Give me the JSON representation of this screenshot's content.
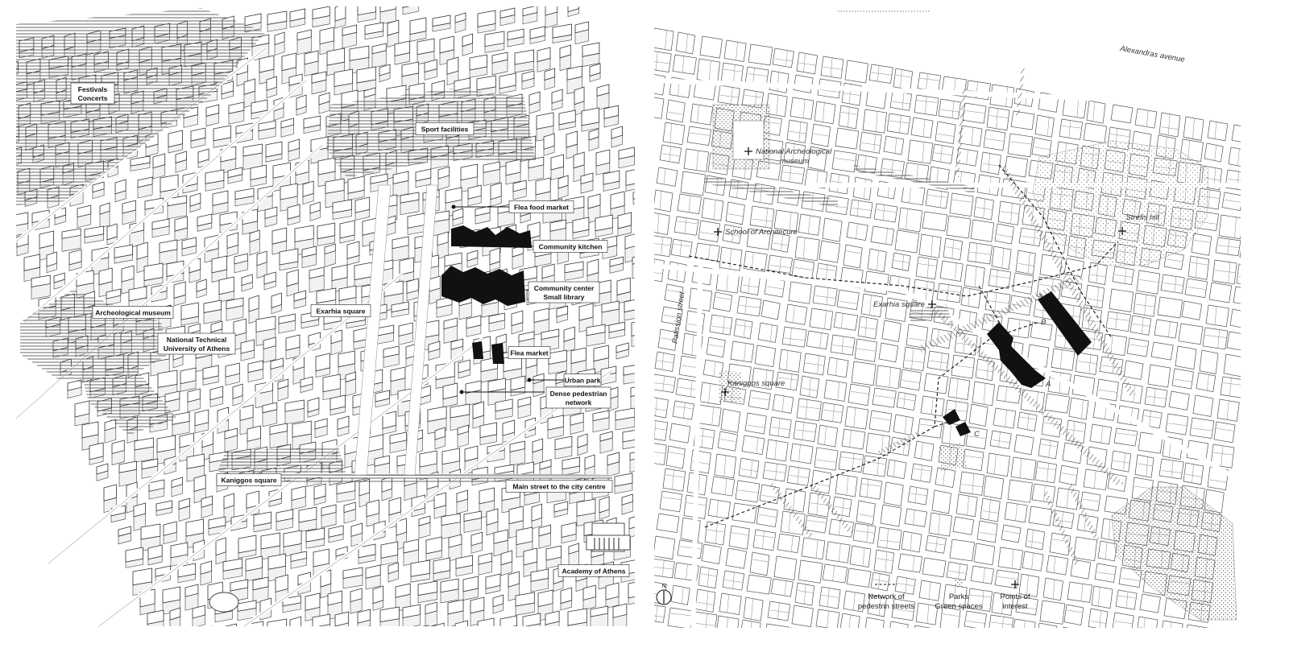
{
  "axonometric": {
    "labels": [
      {
        "id": "festivals",
        "lines": [
          "Festivals",
          "Concerts"
        ]
      },
      {
        "id": "sport",
        "lines": [
          "Sport facilities"
        ]
      },
      {
        "id": "flea-food",
        "lines": [
          "Flea food market"
        ]
      },
      {
        "id": "kitchen",
        "lines": [
          "Community kitchen"
        ]
      },
      {
        "id": "center",
        "lines": [
          "Community center",
          "Small library"
        ]
      },
      {
        "id": "exarhia",
        "lines": [
          "Exarhia square"
        ]
      },
      {
        "id": "arch-museum",
        "lines": [
          "Archeological museum"
        ]
      },
      {
        "id": "ntua",
        "lines": [
          "National Technical",
          "University of Athens"
        ]
      },
      {
        "id": "flea",
        "lines": [
          "Flea market"
        ]
      },
      {
        "id": "urban-park",
        "lines": [
          "Urban park"
        ]
      },
      {
        "id": "pedestrian",
        "lines": [
          "Dense pedestrian",
          "network"
        ]
      },
      {
        "id": "kaniggos",
        "lines": [
          "Kaniggos square"
        ]
      },
      {
        "id": "main-street",
        "lines": [
          "Main street to the city centre"
        ]
      },
      {
        "id": "academy",
        "lines": [
          "Academy of Athens"
        ]
      }
    ]
  },
  "plan": {
    "streets": {
      "alexandras": "Alexandras avenue",
      "patission": "Patission street"
    },
    "points": [
      {
        "id": "museum",
        "lines": [
          "National Archeological",
          "museum"
        ]
      },
      {
        "id": "school",
        "lines": [
          "School of Architecure"
        ]
      },
      {
        "id": "strefis",
        "lines": [
          "Strefis hill"
        ]
      },
      {
        "id": "exarhia",
        "lines": [
          "Exarhia square"
        ]
      },
      {
        "id": "kaniggos",
        "lines": [
          "Kaniggos square"
        ]
      }
    ],
    "site_markers": [
      "A",
      "B",
      "C"
    ],
    "north": "N",
    "legend": [
      {
        "id": "network",
        "lines": [
          "Network of",
          "pedestrin streets"
        ],
        "icon": "dashed-line-icon"
      },
      {
        "id": "parks",
        "lines": [
          "Parks",
          "Green spaces"
        ],
        "icon": "dotted-square-icon"
      },
      {
        "id": "poi",
        "lines": [
          "Points of",
          "interest"
        ],
        "icon": "cross-icon"
      }
    ]
  }
}
